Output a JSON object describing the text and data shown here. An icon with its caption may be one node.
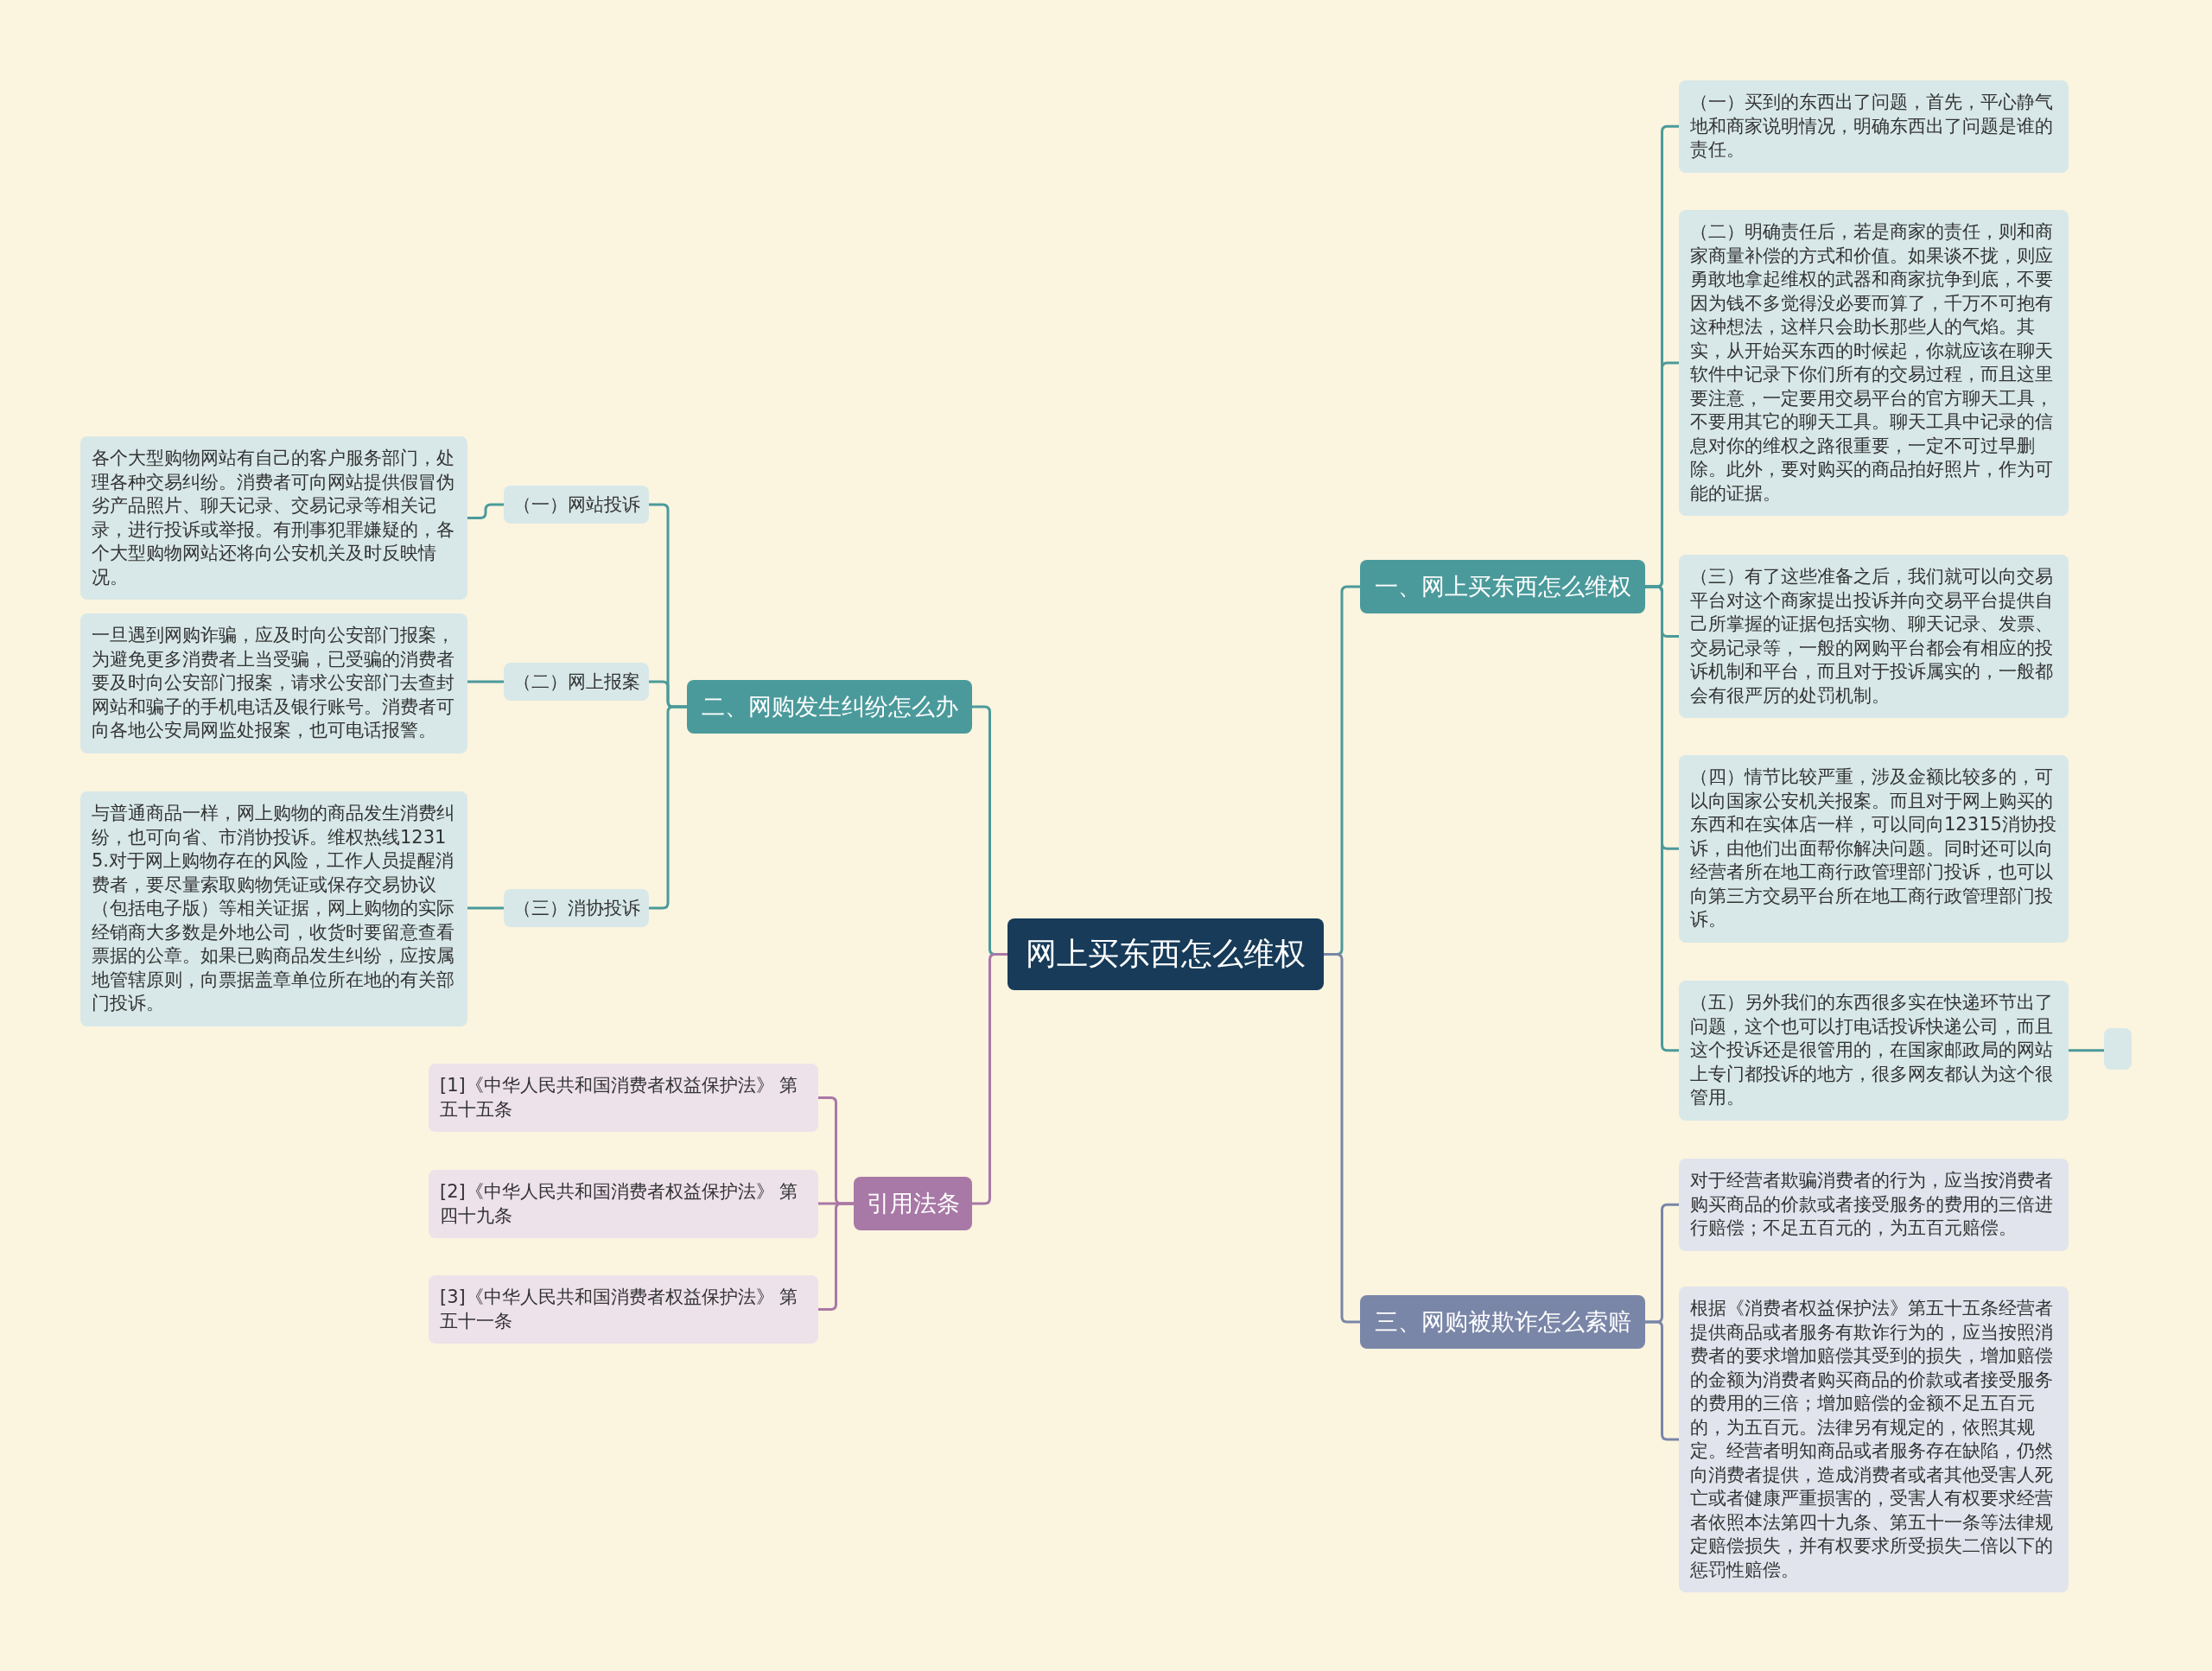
{
  "diagram": {
    "nodes": [
      {
        "text": [
          "网上买东西怎么维权"
        ]
      },
      {
        "text": [
          "一、网上买东西怎么维权"
        ]
      },
      {
        "text": [
          "（一）买到的东西出了问题，首先，平心静气地和商家说明情况，明确东西出了问题是谁的责任。"
        ]
      },
      {
        "text": [
          "（二）明确责任后，若是商家的责任，则和商家商量补偿的方式和价值。如果谈不拢，则应勇敢地拿起维权的武器和商家抗争到底，不要因为钱不多觉得没必要而算了，千万不可抱有这种想法，这样只会助长那些人的气焰。其实，从开始买东西的时候起，你就应该在聊天软件中记录下你们所有的交易过程，而且这里要注意，一定要用交易平台的官方聊天工具，不要用其它的聊天工具。聊天工具中记录的信息对你的维权之路很重要，一定不可过早删除。此外，要对购买的商品拍好照片，作为可能的证据。"
        ]
      },
      {
        "text": [
          "（三）有了这些准备之后，我们就可以向交易平台对这个商家提出投诉并向交易平台提供自己所掌握的证据包括实物、聊天记录、发票、交易记录等，一般的网购平台都会有相应的投诉机制和平台，而且对于投诉属实的，一般都会有很严厉的处罚机制。"
        ]
      },
      {
        "text": [
          "（四）情节比较严重，涉及金额比较多的，可以向国家公安机关报案。而且对于网上购买的东西和在实体店一样，可以同向12315消协投诉，由他们出面帮你解决问题。同时还可以向经营者所在地工商行政管理部门投诉，也可以向第三方交易平台所在地工商行政管理部门投诉。"
        ]
      },
      {
        "text": [
          "（五）另外我们的东西很多实在快递环节出了问题，这个也可以打电话投诉快递公司，而且这个投诉还是很管用的，在国家邮政局的网站上专门都投诉的地方，很多网友都认为这个很管用。"
        ]
      },
      {
        "text": [],
        "shape": "box"
      },
      {
        "text": [
          "三、网购被欺诈怎么索赔"
        ]
      },
      {
        "text": [
          "对于经营者欺骗消费者的行为，应当按消费者购买商品的价款或者接受服务的费用的三倍进行赔偿；不足五百元的，为五百元赔偿。"
        ]
      },
      {
        "text": [
          "根据《消费者权益保护法》第五十五条经营者提供商品或者服务有欺诈行为的，应当按照消费者的要求增加赔偿其受到的损失，增加赔偿的金额为消费者购买商品的价款或者接受服务的费用的三倍；增加赔偿的金额不足五百元的，为五百元。法律另有规定的，依照其规定。经营者明知商品或者服务存在缺陷，仍然向消费者提供，造成消费者或者其他受害人死亡或者健康严重损害的，受害人有权要求经营者依照本法第四十九条、第五十一条等法律规定赔偿损失，并有权要求所受损失二倍以下的惩罚性赔偿。"
        ]
      },
      {
        "text": [
          "二、网购发生纠纷怎么办"
        ]
      },
      {
        "text": [
          "（一）网站投诉"
        ]
      },
      {
        "text": [
          "各个大型购物网站有自己的客户服务部门，处理各种交易纠纷。消费者可向网站提供假冒伪劣产品照片、聊天记录、交易记录等相关记录，进行投诉或举报。有刑事犯罪嫌疑的，各个大型购物网站还将向公安机关及时反映情况。"
        ]
      },
      {
        "text": [
          "（二）网上报案"
        ]
      },
      {
        "text": [
          "一旦遇到网购诈骗，应及时向公安部门报案，为避免更多消费者上当受骗，已受骗的消费者要及时向公安部门报案，请求公安部门去查封网站和骗子的手机电话及银行账号。消费者可向各地公安局网监处报案，也可电话报警。"
        ]
      },
      {
        "text": [
          "（三）消协投诉"
        ]
      },
      {
        "text": [
          "与普通商品一样，网上购物的商品发生消费纠纷，也可向省、市消协投诉。维权热线12315.对于网上购物存在的风险，工作人员提醒消费者，要尽量索取购物凭证或保存交易协议（包括电子版）等相关证据，网上购物的实际经销商大多数是外地公司，收货时要留意查看票据的公章。如果已购商品发生纠纷，应按属地管辖原则，向票据盖章单位所在地的有关部门投诉。"
        ]
      },
      {
        "text": [
          "引用法条"
        ]
      },
      {
        "text": [
          "[1]《中华人民共和国消费者权益保护法》 第五十五条"
        ]
      },
      {
        "text": [
          "[2]《中华人民共和国消费者权益保护法》 第四十九条"
        ]
      },
      {
        "text": [
          "[3]《中华人民共和国消费者权益保护法》 第五十一条"
        ]
      }
    ],
    "edges": [
      {
        "from": 0,
        "to": 1,
        "arrow": "none"
      },
      {
        "from": 1,
        "to": 2,
        "arrow": "none"
      },
      {
        "from": 1,
        "to": 3,
        "arrow": "none"
      },
      {
        "from": 1,
        "to": 4,
        "arrow": "none"
      },
      {
        "from": 1,
        "to": 5,
        "arrow": "none"
      },
      {
        "from": 1,
        "to": 6,
        "arrow": "none"
      },
      {
        "from": 6,
        "to": 7,
        "arrow": "none"
      },
      {
        "from": 0,
        "to": 8,
        "arrow": "none",
        "color": "#7a86a8"
      },
      {
        "from": 8,
        "to": 9,
        "arrow": "none",
        "color": "#7a86a8"
      },
      {
        "from": 8,
        "to": 10,
        "arrow": "none",
        "color": "#7a86a8"
      },
      {
        "from": 0,
        "to": 11,
        "arrow": "none"
      },
      {
        "from": 11,
        "to": 12,
        "arrow": "none"
      },
      {
        "from": 12,
        "to": 13,
        "arrow": "none"
      },
      {
        "from": 11,
        "to": 14,
        "arrow": "none"
      },
      {
        "from": 14,
        "to": 15,
        "arrow": "none"
      },
      {
        "from": 11,
        "to": 16,
        "arrow": "none"
      },
      {
        "from": 16,
        "to": 17,
        "arrow": "none"
      },
      {
        "from": 0,
        "to": 18,
        "arrow": "none",
        "color": "#a878a6"
      },
      {
        "from": 18,
        "to": 19,
        "arrow": "none",
        "color": "#a878a6"
      },
      {
        "from": 18,
        "to": 20,
        "arrow": "none",
        "color": "#a878a6"
      },
      {
        "from": 18,
        "to": 21,
        "arrow": "none",
        "color": "#a878a6"
      }
    ]
  }
}
